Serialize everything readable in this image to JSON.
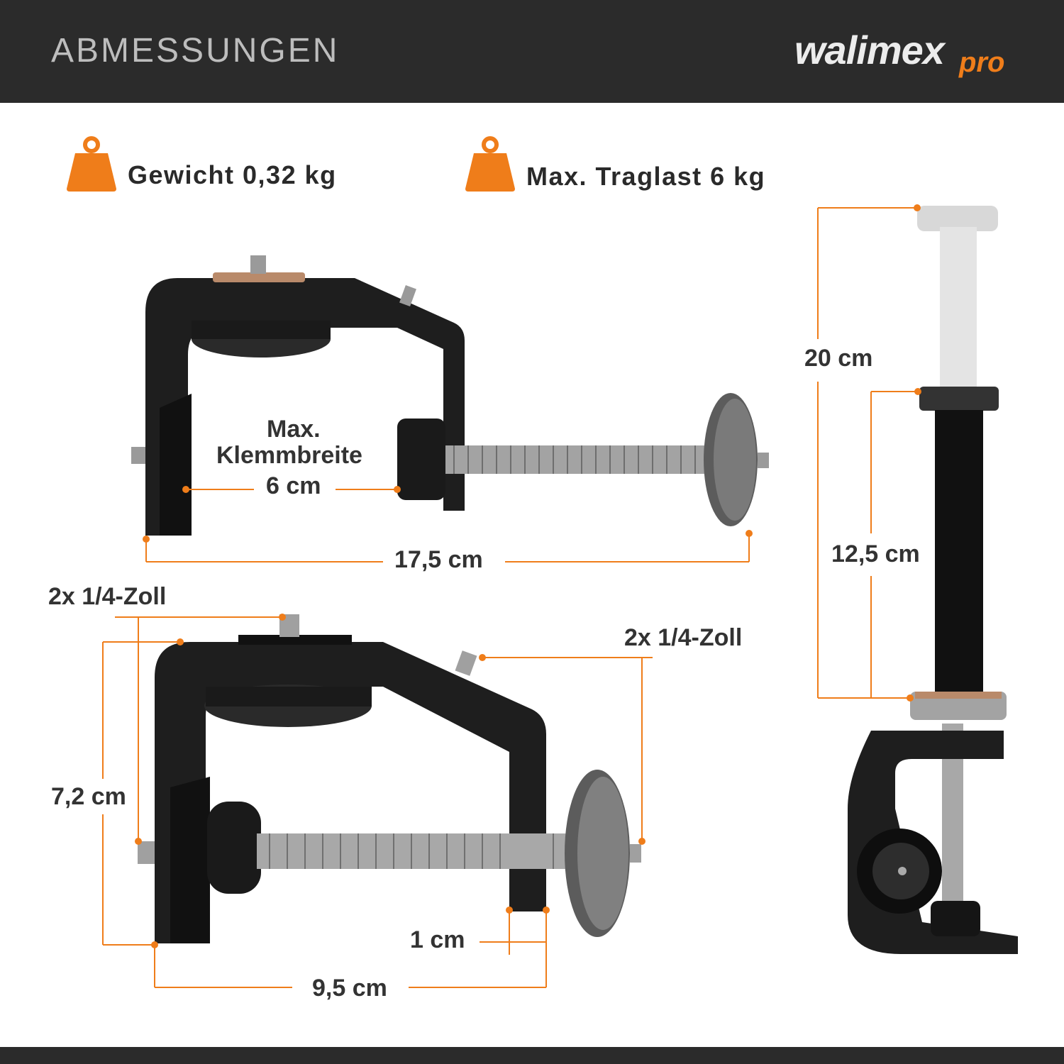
{
  "header": {
    "title": "ABMESSUNGEN"
  },
  "brand": {
    "main": "walimex",
    "sub": "pro",
    "accent_color": "#ef7d1a"
  },
  "specs": [
    {
      "icon": "weight-icon",
      "text": "Gewicht  0,32 kg"
    },
    {
      "icon": "weight-icon",
      "text": "Max. Traglast 6 kg"
    }
  ],
  "dimensions": {
    "clamp_width_line1": "Max.",
    "clamp_width_line2": "Klemmbreite",
    "clamp_width_line3": "6 cm",
    "total_length": "17,5 cm",
    "thread_left": "2x 1/4-Zoll",
    "thread_right": "2x 1/4-Zoll",
    "height": "7,2 cm",
    "jaw_depth": "1 cm",
    "base_width": "9,5 cm",
    "extension_total": "20 cm",
    "extension_rod": "12,5 cm"
  },
  "colors": {
    "dimension_line": "#ef7d1a",
    "header_bg": "#2b2b2b",
    "clamp_body": "#1c1c1c"
  }
}
